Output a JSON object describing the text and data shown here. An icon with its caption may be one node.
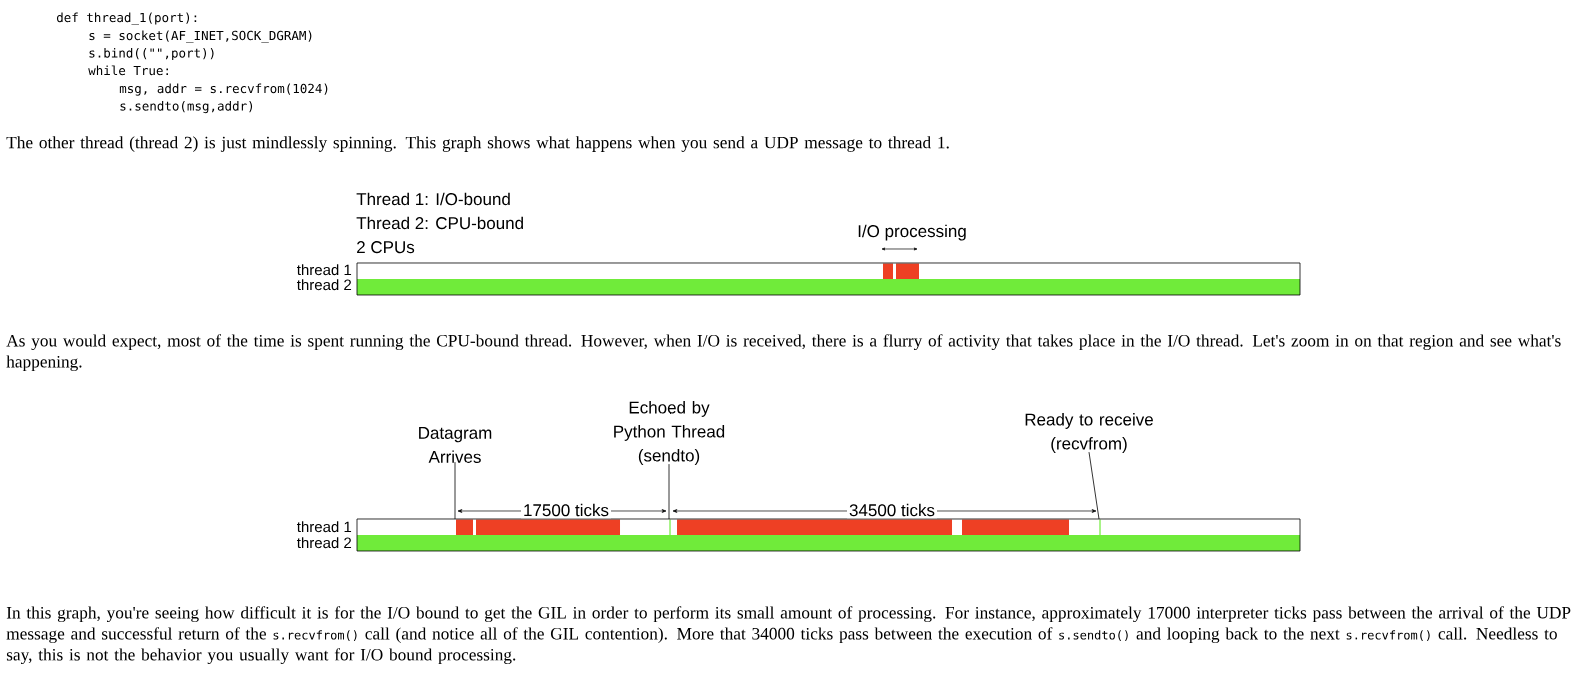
{
  "diagram": {
    "nodes": [
      {
        "text": [
          "Datagram Arrives"
        ]
      },
      {
        "text": [
          "Echoed by Python Thread (sendto)"
        ]
      },
      {
        "text": [
          "Ready to receive (recvfrom)"
        ]
      }
    ],
    "edges": [
      {
        "from": 0,
        "to": null,
        "arrow": "none"
      },
      {
        "from": 1,
        "to": null,
        "arrow": "none"
      },
      {
        "from": 2,
        "to": null,
        "arrow": "none"
      }
    ],
    "labels": [
      "def thread_1(port):",
      "s = socket(AF_INET,SOCK_DGRAM)",
      "s.bind((\"\",port))",
      "while True:",
      "msg, addr = s.recvfrom(1024)",
      "s.sendto(msg,addr)",
      "The other thread (thread 2) is just mindlessly spinning. This graph shows what happens when you send a UDP message to thread 1.",
      "Thread 1: I/O-bound",
      "Thread 2: CPU-bound",
      "2 CPUs",
      "I/O processing",
      "thread 1",
      "thread 2",
      "As you would expect, most of the time is spent running the CPU-bound thread. However, when I/O is received, there is a flurry of activity that takes place in the I/O thread. Let's zoom in on that region and see what's happening.",
      "17500 ticks",
      "34500 ticks",
      "thread 1",
      "thread 2",
      "In this graph, you're seeing how difficult it is for the I/O bound to get the GIL in order to perform its small amount of processing. For instance, approximately 17000 interpreter ticks pass between the arrival of the UDP message and successful return of the",
      "s.recvfrom()",
      "call (and notice all of the GIL contention). More that 34000 ticks pass between the execution of",
      "s.sendto()",
      "and looping back to the next",
      "s.recvfrom()",
      "call. Needless to say, this is not the behavior you usually want for I/O bound processing."
    ]
  }
}
